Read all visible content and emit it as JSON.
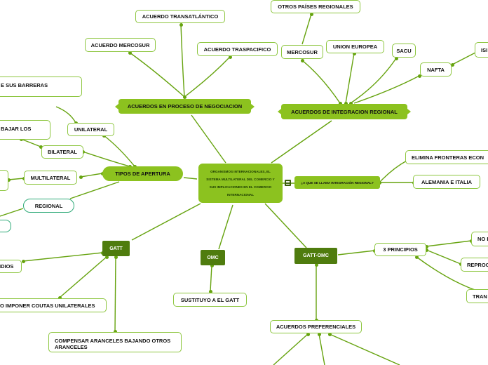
{
  "central": "ORGANISMOS INTERNACIONALES, EL SISTEMA MULTILATERAL DEL COMERCIO Y SUS IMPLICACIONES EN EL COMERCIO INTERNACIONAL",
  "acuerdos_negociacion": {
    "label": "ACUERDOS EN PROCESO DE NEGOCIACION",
    "children": [
      "ACUERDO TRANSATLÁNTICO",
      "ACUERDO MERCOSUR",
      "ACUERDO TRASPACIFICO"
    ]
  },
  "acuerdos_integracion": {
    "label": "ACUERDOS DE INTEGRACION REGIONAL",
    "children": [
      "MERCOSUR",
      "UNION EUROPEA",
      "SACU",
      "NAFTA",
      "ISI"
    ],
    "mercosur_child": "OTROS PAÍSES REGIONALES"
  },
  "tipos_apertura": {
    "label": "TIPOS DE APERTURA",
    "children": [
      "UNILATERAL",
      "BILATERAL",
      "MULTILATERAL",
      "REGIONAL"
    ],
    "unilateral_child": "E SUS BARRERAS",
    "bilateral_child": "BAJAR LOS"
  },
  "que_se_llama": {
    "label": "¿A QUE SE LLAMA INTEGRACIÓN REGIONAL?",
    "children": [
      "ELIMINA FRONTERAS ECON",
      "ALEMANIA E ITALIA"
    ]
  },
  "gatt": {
    "label": "GATT",
    "children": [
      "IDIOS",
      "O IMPONER COUTAS UNILATERALES",
      "COMPENSAR ARANCELES BAJANDO OTROS ARANCELES"
    ]
  },
  "omc": {
    "label": "OMC",
    "child": "SUSTITUYO A EL GATT"
  },
  "gatt_omc": {
    "label": "GATT-OMC",
    "principios": {
      "label": "3 PRINCIPIOS",
      "children": [
        "NO D",
        "REPROC",
        "TRAN"
      ]
    },
    "preferenciales": "ACUERDOS PREFERENCIALES"
  },
  "colors": {
    "node_green": "#8cc21f",
    "dark_green": "#4f7c0e",
    "line_green": "#66a30f",
    "teal": "#2eaa78"
  }
}
